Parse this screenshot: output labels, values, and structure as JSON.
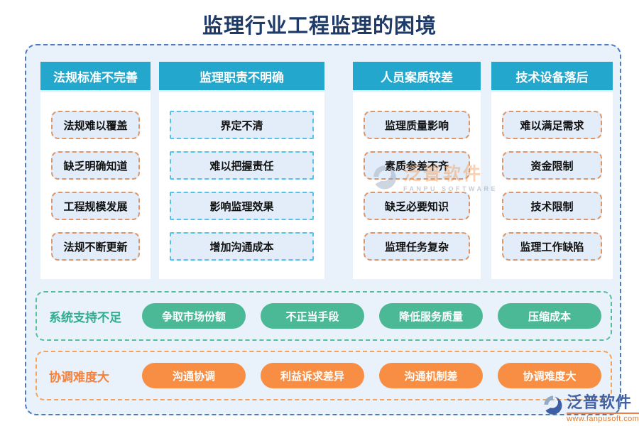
{
  "title": "监理行业工程监理的困境",
  "columns": [
    {
      "header": "法规标准不完善",
      "items": [
        "法规难以覆盖",
        "缺乏明确知道",
        "工程规模发展",
        "法规不断更新"
      ]
    },
    {
      "header": "监理职责不明确",
      "items": [
        "界定不清",
        "难以把握责任",
        "影响监理效果",
        "增加沟通成本"
      ]
    },
    {
      "header": "人员案质较差",
      "items": [
        "监理质量影响",
        "素质参差不齐",
        "缺乏必要知识",
        "监理任务复杂"
      ]
    },
    {
      "header": "技术设备落后",
      "items": [
        "难以满足需求",
        "资金限制",
        "技术限制",
        "监理工作缺陷"
      ]
    }
  ],
  "rows": [
    {
      "label": "系统支持不足",
      "theme": "green",
      "pills": [
        "争取市场份额",
        "不正当手段",
        "降低服务质量",
        "压缩成本"
      ]
    },
    {
      "label": "协调难度大",
      "theme": "orange",
      "pills": [
        "沟通协调",
        "利益诉求差异",
        "沟通机制差",
        "协调难度大"
      ]
    }
  ],
  "watermark": {
    "name": "泛普软件",
    "sub": "FANPU SOFTWARE"
  },
  "brand": {
    "name": "泛普软件",
    "url": "www.fanpusoft.com"
  },
  "colors": {
    "title_navy": "#1e3a68",
    "header_teal": "#23a7cc",
    "board_bg": "#e9f1fb",
    "board_border_blue": "#4d7ac2",
    "item_bg": "#e3edf9",
    "item_border_orange": "#de9668",
    "item_border_cyan": "#55c2e9",
    "pill_green": "#4bb896",
    "pill_orange": "#f78e43",
    "label_green": "#2fae8f",
    "label_orange": "#f5823c",
    "brand_blue": "#44619f",
    "brand_url_orange": "#e87722"
  }
}
